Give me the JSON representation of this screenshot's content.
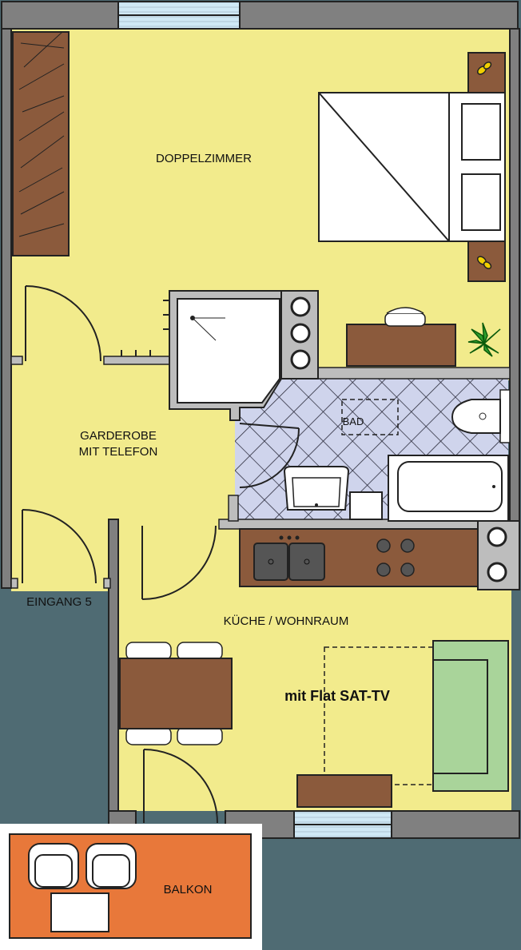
{
  "rooms": {
    "doppelzimmer": "DOPPELZIMMER",
    "garderobe_line1": "GARDEROBE",
    "garderobe_line2": "MIT TELEFON",
    "bad": "BAD",
    "eingang": "EINGANG 5",
    "kueche": "KÜCHE / WOHNRAUM",
    "balkon": "BALKON"
  },
  "features": {
    "tv": "mit Flat SAT-TV"
  },
  "colors": {
    "floor": "#f2eb8c",
    "wall": "#808080",
    "exterior": "#4f6b73",
    "furniture_wood": "#8b5a3c",
    "balcony": "#e8783a",
    "sofa": "#a9d49a",
    "window_glass": "#cfe8f5",
    "tile": "#cfd4ec"
  }
}
